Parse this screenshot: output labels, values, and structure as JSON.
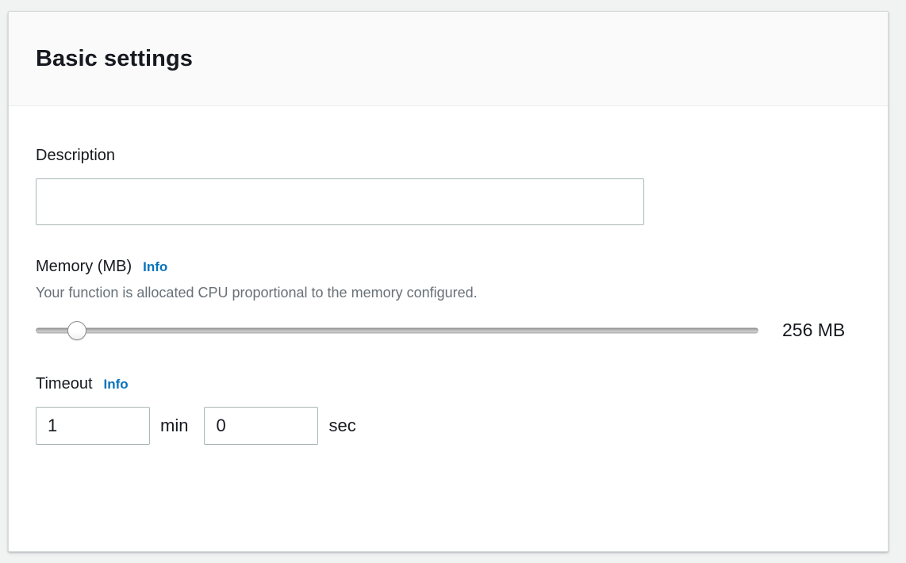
{
  "panel": {
    "title": "Basic settings"
  },
  "description_field": {
    "label": "Description",
    "value": "",
    "placeholder": ""
  },
  "memory_field": {
    "label": "Memory (MB)",
    "info_label": "Info",
    "help_text": "Your function is allocated CPU proportional to the memory configured.",
    "value_label": "256 MB",
    "slider": {
      "value": 256,
      "min": 128,
      "max": 10240,
      "thumb_position_percent": 5.7
    }
  },
  "timeout_field": {
    "label": "Timeout",
    "info_label": "Info",
    "minutes_value": "1",
    "minutes_unit": "min",
    "seconds_value": "0",
    "seconds_unit": "sec"
  },
  "colors": {
    "page_background": "#f1f3f3",
    "panel_background": "#ffffff",
    "header_background": "#fafafa",
    "text_primary": "#16191f",
    "text_secondary": "#687078",
    "link_blue": "#0a73bb",
    "input_border": "#aab7b8",
    "panel_border": "#d5dbdb"
  }
}
